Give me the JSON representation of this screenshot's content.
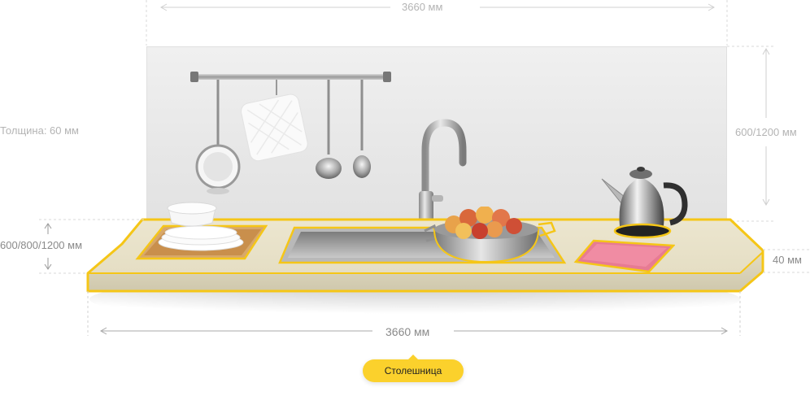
{
  "dimensions": {
    "top_width": "3660 мм",
    "bottom_width": "3660 мм",
    "thickness": "Толщина: 60 мм",
    "backsplash_height": "600/1200 мм",
    "depth": "600/800/1200 мм",
    "edge": "40 мм"
  },
  "hotspot": {
    "label": "Столешница"
  },
  "colors": {
    "highlight": "#f5c617",
    "pill": "#fbd12c",
    "countertop": "#e9e3c8",
    "dimension_line": "#c8c8c8"
  }
}
